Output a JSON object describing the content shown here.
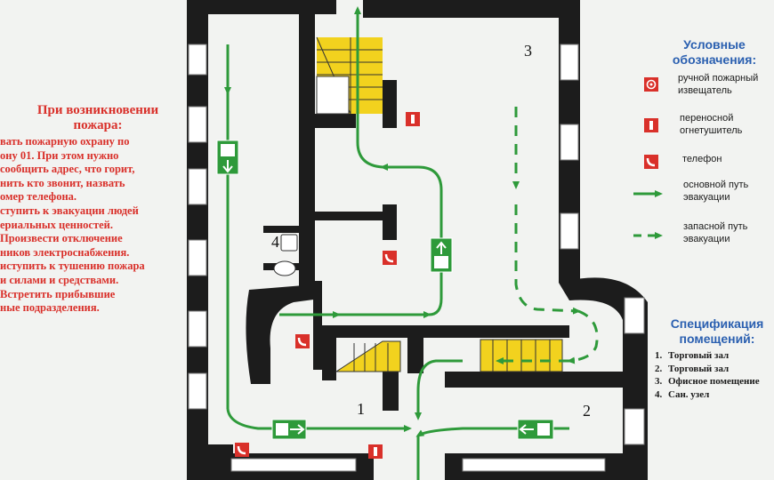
{
  "instructions": {
    "title_lines": [
      "При возникновении",
      "пожара:"
    ],
    "lines": [
      "вать пожарную охрану по",
      "ону 01. При этом нужно",
      "сообщить адрес, что горит,",
      "нить кто звонит, назвать",
      "омер телефона.",
      "ступить к эвакуации людей",
      "ериальных ценностей.",
      "Произвести     отключение",
      "ников электроснабжения.",
      "иступить к тушению пожара",
      "и силами и средствами.",
      "Встретить      прибывшие",
      "ные подразделения."
    ]
  },
  "legend": {
    "title_lines": [
      "Условные",
      "обозначения:"
    ],
    "items": [
      {
        "icon": "manual-fire-alarm-icon",
        "label_lines": [
          "ручной пожарный",
          "извещатель"
        ]
      },
      {
        "icon": "fire-extinguisher-icon",
        "label_lines": [
          "переносной",
          "огнетушитель"
        ]
      },
      {
        "icon": "telephone-icon",
        "label_lines": [
          "телефон"
        ]
      },
      {
        "icon": "main-route-arrow-icon",
        "label_lines": [
          "основной путь",
          "эвакуации"
        ]
      },
      {
        "icon": "reserve-route-arrow-icon",
        "label_lines": [
          "запасной путь",
          "эвакуации"
        ]
      }
    ]
  },
  "spec": {
    "title_lines": [
      "Спецификация",
      "помещений:"
    ],
    "items": [
      {
        "num": "1.",
        "label": "Торговый зал"
      },
      {
        "num": "2.",
        "label": "Торговый зал"
      },
      {
        "num": "3.",
        "label": "Офисное помещение"
      },
      {
        "num": "4.",
        "label": "Сан. узел"
      }
    ]
  },
  "rooms": [
    "1",
    "2",
    "3",
    "4"
  ],
  "colors": {
    "wall": "#1c1c1c",
    "route": "#2e9a3a",
    "sign_red": "#d9302a",
    "stairs": "#f2d21e",
    "heading_blue": "#2a5fb0",
    "text_red": "#d9302a"
  }
}
